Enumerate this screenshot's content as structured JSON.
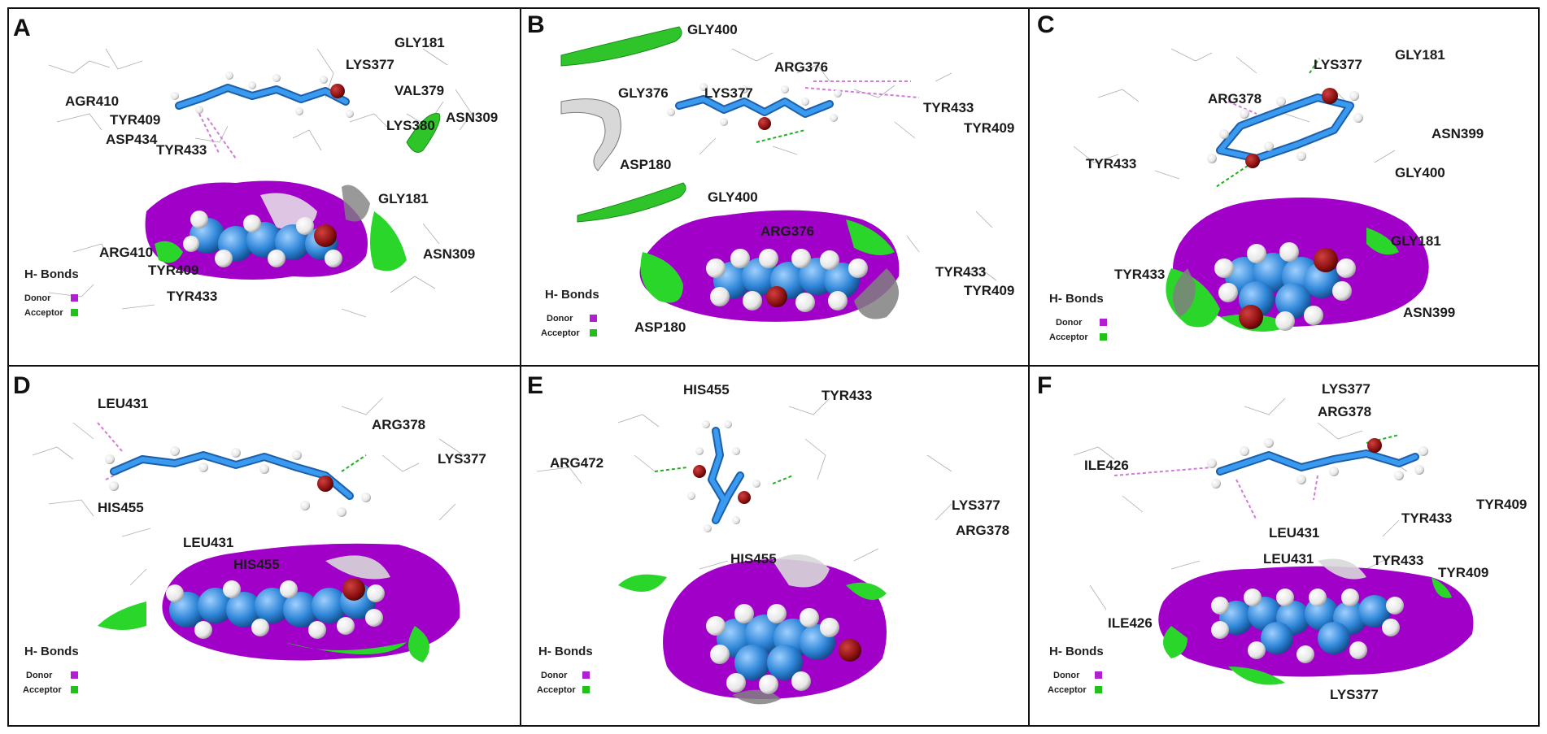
{
  "legend": {
    "title": "H- Bonds",
    "donor": "Donor",
    "acceptor": "Acceptor",
    "donor_color": "#b020d0",
    "acceptor_color": "#22c01a"
  },
  "colors": {
    "carbon": "#2f86d8",
    "hydrogen": "#f2f2f2",
    "oxygen": "#8b1010",
    "surface_donor": "#a000c8",
    "surface_acceptor": "#2bd62b",
    "surface_neutral": "#808080",
    "ribbon": "#2ec42a",
    "interaction_pink": "#d27ad8",
    "interaction_green": "#20b020"
  },
  "panels": [
    {
      "letter": "A",
      "labels": [
        "GLY181",
        "LYS377",
        "VAL379",
        "AGR410",
        "TYR409",
        "ASP434",
        "TYR433",
        "LYS380",
        "ASN309",
        "GLY181",
        "ARG410",
        "TYR409",
        "TYR433",
        "ASN309"
      ]
    },
    {
      "letter": "B",
      "labels": [
        "GLY400",
        "ARG376",
        "GLY376",
        "LYS377",
        "TYR433",
        "TYR409",
        "ASP180",
        "GLY400",
        "ARG376",
        "TYR433",
        "TYR409",
        "ASP180"
      ]
    },
    {
      "letter": "C",
      "labels": [
        "LYS377",
        "GLY181",
        "ARG378",
        "ASN399",
        "TYR433",
        "GLY400",
        "GLY181",
        "TYR433",
        "ASN399"
      ]
    },
    {
      "letter": "D",
      "labels": [
        "LEU431",
        "ARG378",
        "LYS377",
        "HIS455",
        "LEU431",
        "HIS455"
      ]
    },
    {
      "letter": "E",
      "labels": [
        "HIS455",
        "TYR433",
        "ARG472",
        "LYS377",
        "ARG378",
        "HIS455"
      ]
    },
    {
      "letter": "F",
      "labels": [
        "LYS377",
        "ARG378",
        "ILE426",
        "TYR409",
        "TYR433",
        "LEU431",
        "LEU431",
        "TYR433",
        "TYR409",
        "ILE426",
        "LYS377"
      ]
    }
  ]
}
